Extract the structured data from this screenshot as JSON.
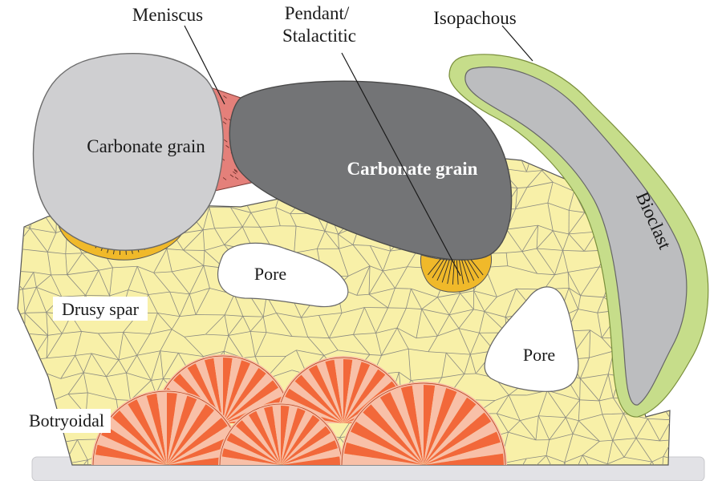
{
  "labels": {
    "meniscus": "Meniscus",
    "pendant_line1": "Pendant/",
    "pendant_line2": "Stalactitic",
    "isopachous": "Isopachous",
    "grain_light": "Carbonate grain",
    "grain_dark": "Carbonate grain",
    "bioclast": "Bioclast",
    "pore_left": "Pore",
    "pore_right": "Pore",
    "drusy_spar": "Drusy spar",
    "botryoidal": "Botryoidal"
  },
  "colors": {
    "drusy_fill": "#f8f0a8",
    "drusy_lines": "#8a8a80",
    "grain_light": "#cfcfd1",
    "grain_dark": "#737476",
    "bioclast": "#bcbdbf",
    "isopachous_rim": "#c6dd8a",
    "meniscus": "#e4807a",
    "pendant": "#f0b92a",
    "botryoidal": "#f2683a",
    "botryoidal_light": "#f8c0a8",
    "pore": "#ffffff",
    "substrate": "#e2e2e6"
  }
}
